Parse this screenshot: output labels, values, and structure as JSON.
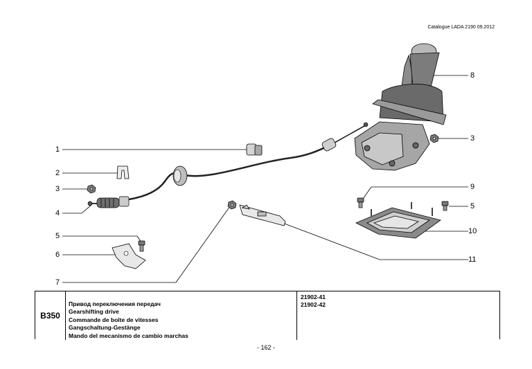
{
  "header": {
    "catalogue": "Catalogue LADA 2190  09.2012"
  },
  "callouts": [
    "1",
    "2",
    "3",
    "4",
    "5",
    "6",
    "7",
    "8",
    "3",
    "9",
    "5",
    "10",
    "11"
  ],
  "table": {
    "code": "B350",
    "titles": [
      "Привод переключения передач",
      "Gearshifting drive",
      "Commande de boîte de vitesses",
      "Gangschaltung-Gestänge",
      "Mando del mecanismo de cambio marchas"
    ],
    "models": [
      "21902-41",
      "21902-42"
    ]
  },
  "footer": {
    "page": "- 162 -"
  }
}
